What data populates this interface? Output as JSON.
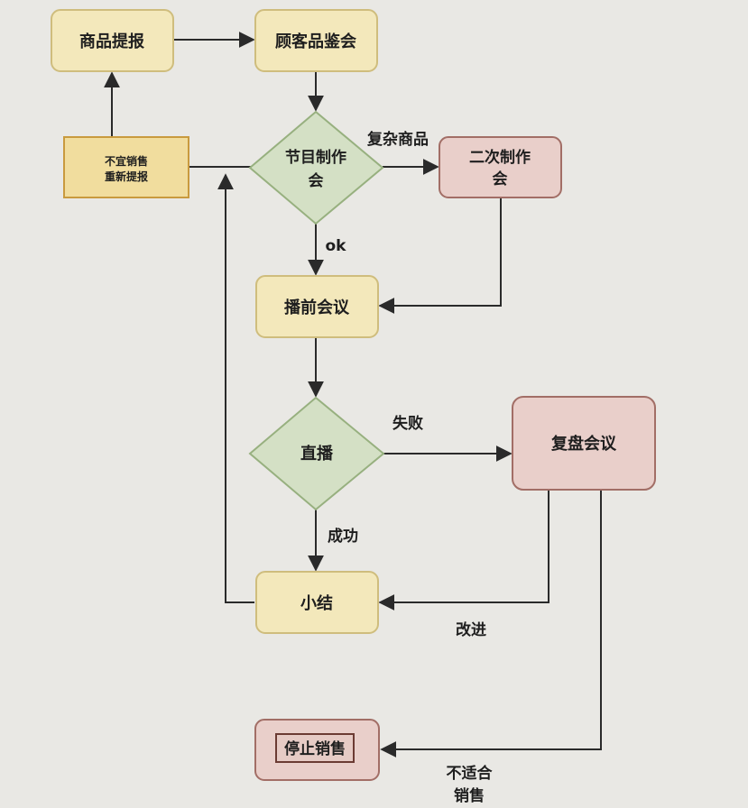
{
  "nodes": {
    "product_submission": "商品提报",
    "customer_review": "顾客品鉴会",
    "unsuitable_resubmit": [
      "不宜销售",
      "重新提报"
    ],
    "program_production": [
      "节目制作",
      "会"
    ],
    "second_production": [
      "二次制作",
      "会"
    ],
    "pre_broadcast_meeting": "播前会议",
    "live_broadcast": "直播",
    "review_meeting": "复盘会议",
    "summary": "小结",
    "stop_sales": "停止销售"
  },
  "edge_labels": {
    "complex_product": "复杂商品",
    "ok": "ok",
    "failure": "失败",
    "success": "成功",
    "improve": "改进",
    "not_suitable": [
      "不适合",
      "销售"
    ]
  },
  "colors": {
    "yellow_fill": "#f3e8bb",
    "yellow_stroke": "#cfbd7d",
    "orange_fill": "#f1dd9e",
    "orange_stroke": "#c99a3e",
    "green_fill": "#d4e0c5",
    "green_stroke": "#97b07f",
    "red_fill": "#e9cfca",
    "red_stroke": "#a26e66",
    "line": "#2a2a2a"
  }
}
